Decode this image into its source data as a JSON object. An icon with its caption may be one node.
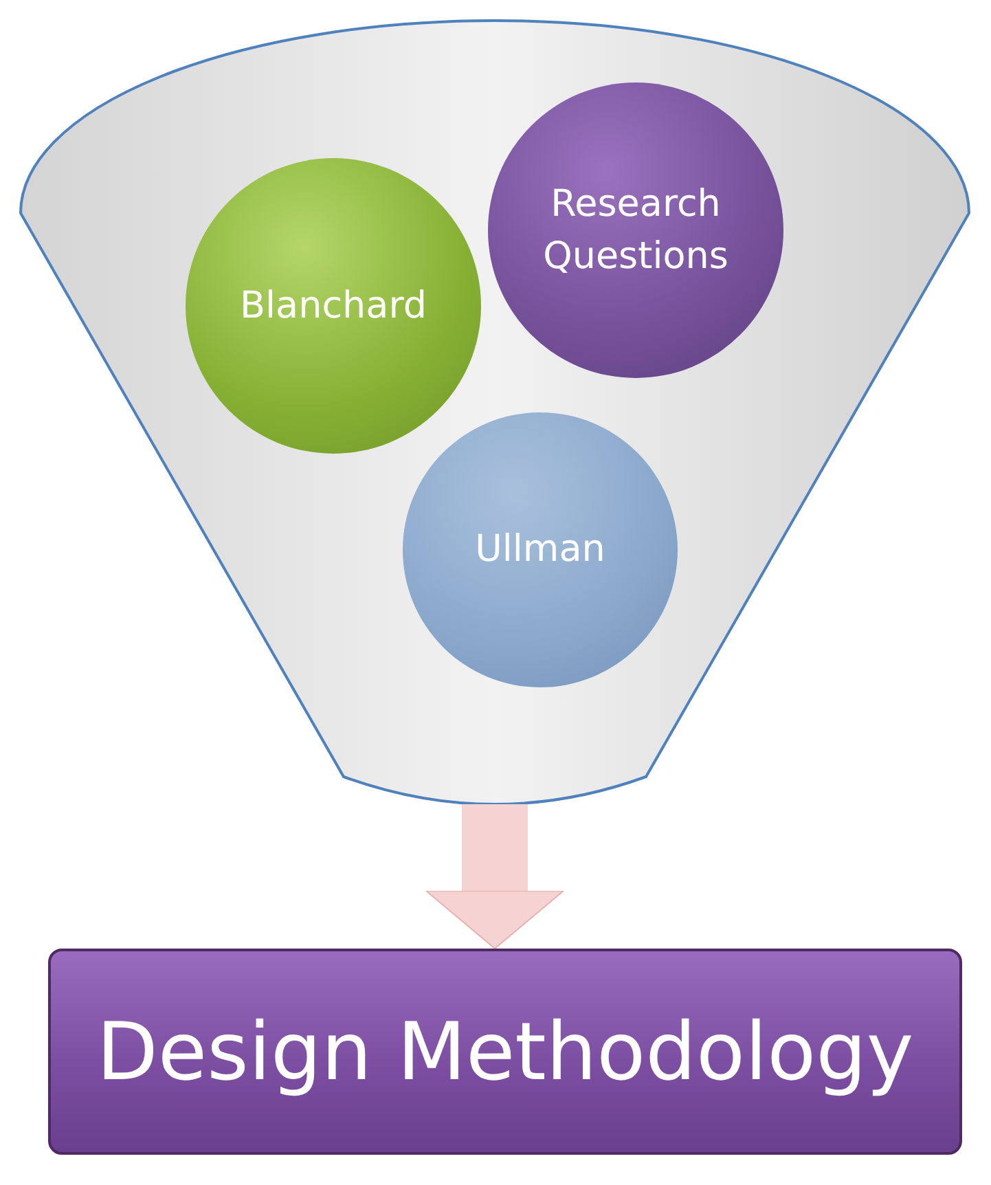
{
  "diagram": {
    "nodes": [
      {
        "text": [],
        "shape": "funnel"
      },
      {
        "text": [
          "Blanchard"
        ],
        "in": 0
      },
      {
        "text": [
          "Research Questions"
        ],
        "in": 0
      },
      {
        "text": [
          "Ullman"
        ],
        "in": 0
      },
      {
        "text": [
          "Design Methodology"
        ]
      }
    ],
    "edges": [
      {
        "from": 0,
        "to": 4,
        "arrow": "to"
      }
    ]
  }
}
